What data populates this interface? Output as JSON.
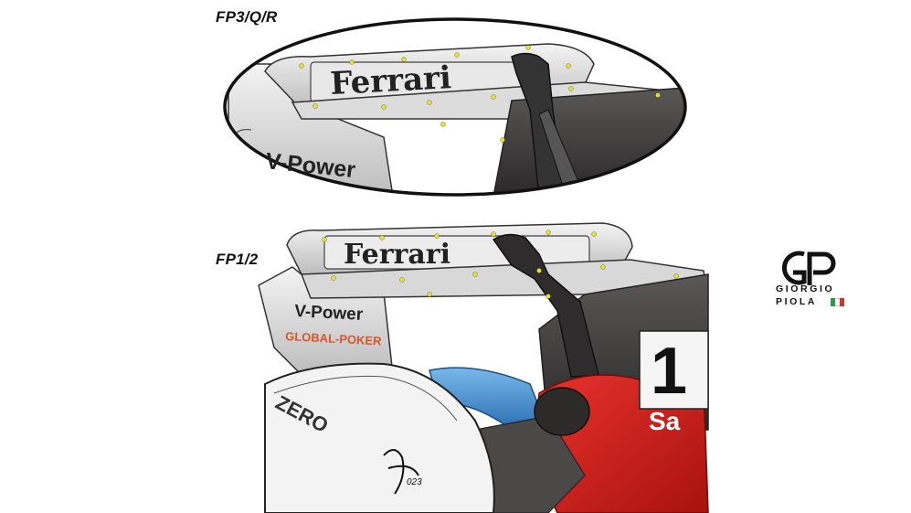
{
  "labels": {
    "top": "FP3/Q/R",
    "bottom": "FP1/2"
  },
  "car": {
    "endplate_brand": "Ferrari",
    "sponsor_1": "V-Power",
    "sponsor_2": "GLOBAL-POKER",
    "tyre_text": "ZERO",
    "car_number": "1",
    "bodywork_text": "Sa",
    "signature_year": "023"
  },
  "logo": {
    "line1": "GIORGIO",
    "line2": "PIOLA",
    "flag_colors": [
      "#2e9a43",
      "#ffffff",
      "#d9342b"
    ]
  },
  "colors": {
    "car_red": "#d8211f",
    "hose_blue": "#3c8fd4",
    "carbon": "#3a3838"
  }
}
